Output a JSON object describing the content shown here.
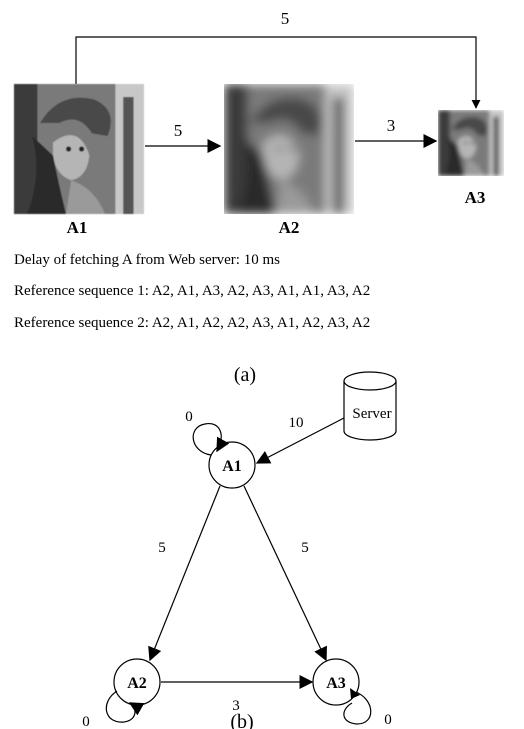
{
  "part_a": {
    "top_edge_weight": "5",
    "edge_a1_a2": "5",
    "edge_a2_a3": "3",
    "label_a1": "A1",
    "label_a2": "A2",
    "label_a3": "A3",
    "delay_text": "Delay of fetching A from Web server: 10 ms",
    "ref_seq_1": "Reference sequence 1: A2, A1, A3, A2, A3, A1, A1, A3, A2",
    "ref_seq_2": "Reference sequence 2: A2, A1, A2, A2, A3, A1, A2, A3, A2",
    "caption": "(a)"
  },
  "part_b": {
    "server_label": "Server",
    "server_edge": "10",
    "node_a1": "A1",
    "node_a2": "A2",
    "node_a3": "A3",
    "self_loop_a1": "0",
    "self_loop_a2": "0",
    "self_loop_a3": "0",
    "edge_a1_a2": "5",
    "edge_a1_a3": "5",
    "edge_a2_a3": "3",
    "caption": "(b)"
  }
}
